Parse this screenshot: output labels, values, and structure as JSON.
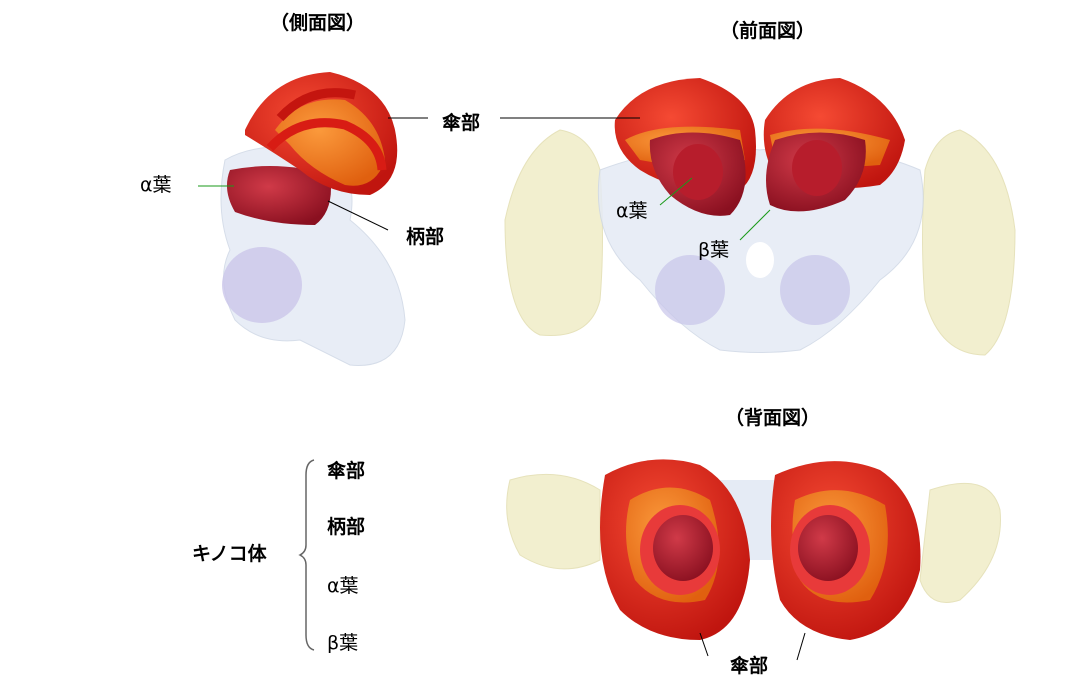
{
  "views": {
    "side": {
      "title": "（側面図）",
      "labels": {
        "calyx": "傘部",
        "alpha": "α葉",
        "peduncle": "柄部"
      }
    },
    "front": {
      "title": "（前面図）",
      "labels": {
        "alpha": "α葉",
        "beta": "β葉"
      }
    },
    "back": {
      "title": "（背面図）",
      "labels": {
        "calyx": "傘部"
      }
    }
  },
  "legend": {
    "group": "キノコ体",
    "items": [
      "傘部",
      "柄部",
      "α葉",
      "β葉"
    ]
  },
  "colors": {
    "calyx_red": "#e0201a",
    "calyx_orange": "#f07a1c",
    "lobe_dark": "#a81c2a",
    "brain_blue": "#dfe7f3",
    "optic_yellow": "#f3f0cf",
    "lobe_purple": "#c8c4ea",
    "pointer_green": "#1a9a1a"
  }
}
